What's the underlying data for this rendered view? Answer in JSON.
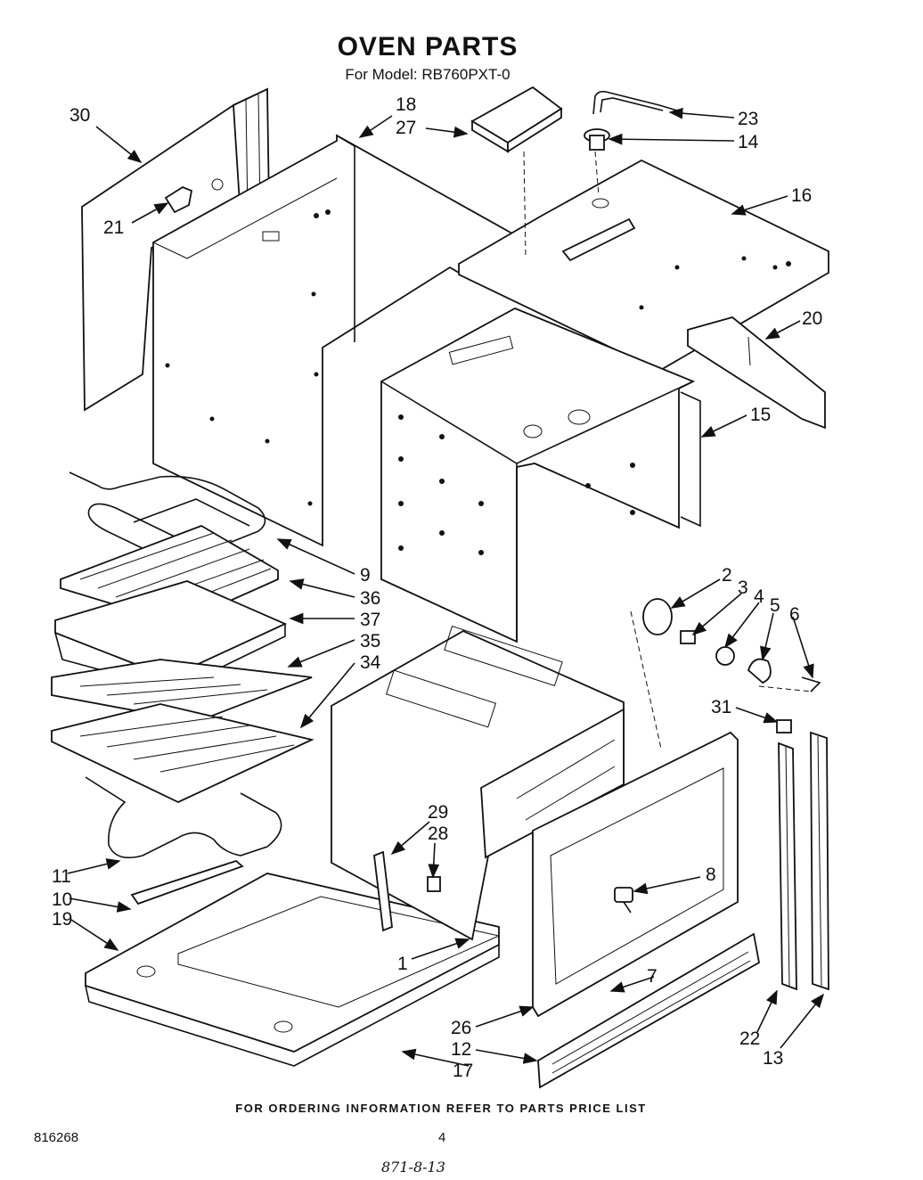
{
  "header": {
    "title": "OVEN PARTS",
    "model": "For Model: RB760PXT-0"
  },
  "footer": {
    "ordering_note": "FOR ORDERING INFORMATION REFER TO PARTS PRICE LIST",
    "doc_number": "816268",
    "page_number": "4",
    "handwritten_note": "871-8-13"
  },
  "callouts": {
    "c30": "30",
    "c21": "21",
    "c18": "18",
    "c27": "27",
    "c23": "23",
    "c14": "14",
    "c16": "16",
    "c20": "20",
    "c15": "15",
    "c9": "9",
    "c36": "36",
    "c37": "37",
    "c35": "35",
    "c34": "34",
    "c2": "2",
    "c3": "3",
    "c4": "4",
    "c5": "5",
    "c6": "6",
    "c31": "31",
    "c8": "8",
    "c29": "29",
    "c28": "28",
    "c11": "11",
    "c10": "10",
    "c19": "19",
    "c1": "1",
    "c7": "7",
    "c26": "26",
    "c12": "12",
    "c17": "17",
    "c22": "22",
    "c13": "13"
  }
}
